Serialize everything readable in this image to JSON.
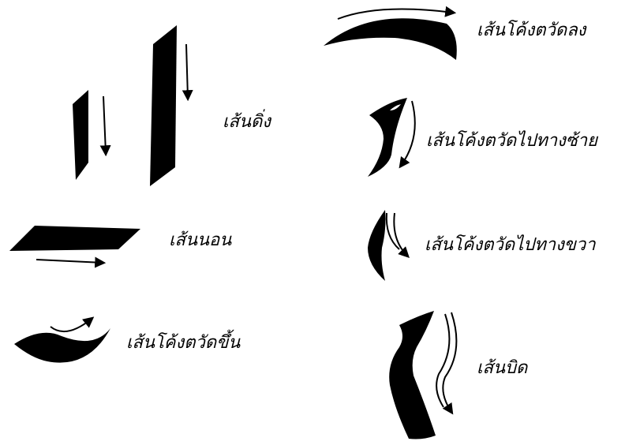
{
  "labels": {
    "vertical": "เส้นดิ่ง",
    "horizontal": "เส้นนอน",
    "curve_up": "เส้นโค้งตวัดขึ้น",
    "curve_down": "เส้นโค้งตวัดลง",
    "curve_left": "เส้นโค้งตวัดไปทางซ้าย",
    "curve_right": "เส้นโค้งตวัดไปทางขวา",
    "twist": "เส้นบิด"
  },
  "colors": {
    "stroke": "#000000",
    "background": "#ffffff"
  }
}
